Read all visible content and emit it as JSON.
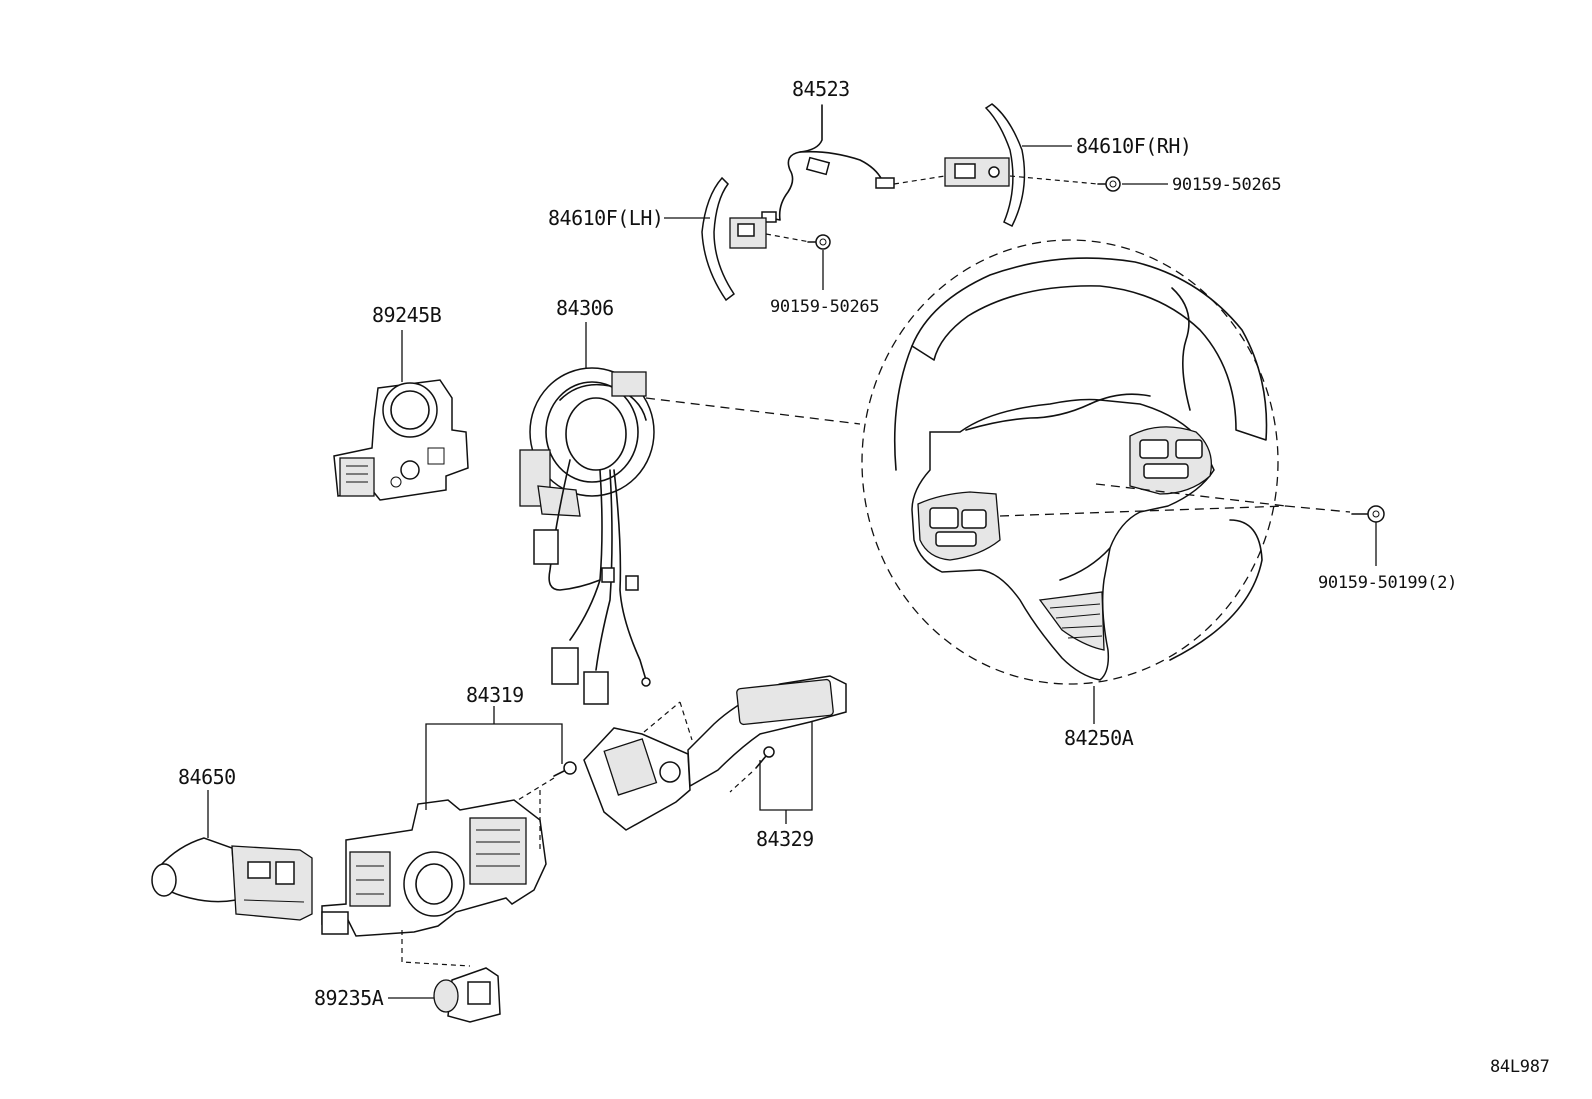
{
  "diagram_id": "84L987",
  "labels": {
    "p84523": "84523",
    "p84610f_rh": "84610F(RH)",
    "p84610f_lh": "84610F(LH)",
    "bolt_rh": "90159-50265",
    "bolt_lh": "90159-50265",
    "p89245b": "89245B",
    "p84306": "84306",
    "bolt_wheel": "90159-50199(2)",
    "p84250a": "84250A",
    "p84319": "84319",
    "p84650": "84650",
    "p84329": "84329",
    "p89235a": "89235A"
  }
}
